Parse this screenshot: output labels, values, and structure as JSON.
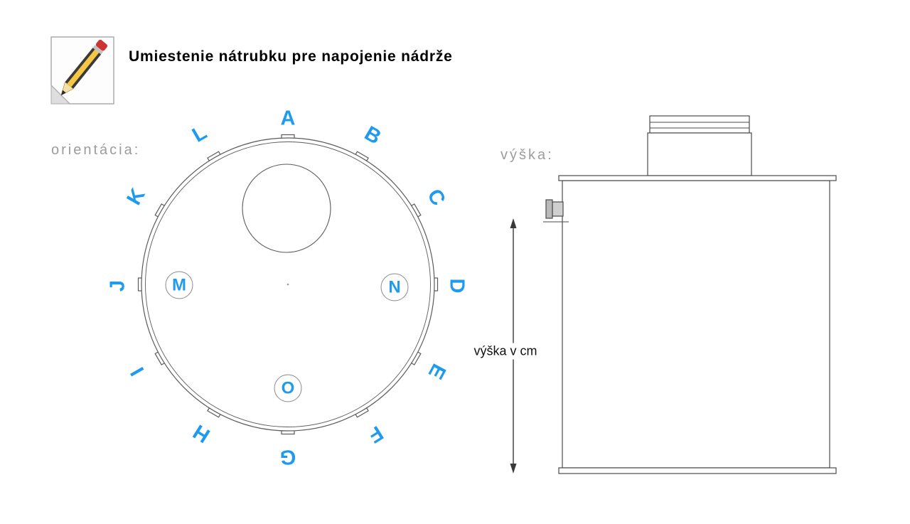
{
  "header": {
    "title": "Umiestenie nátrubku pre napojenie nádrže"
  },
  "orientation": {
    "label": "orientácia:",
    "letters": [
      {
        "label": "A"
      },
      {
        "label": "B"
      },
      {
        "label": "C"
      },
      {
        "label": "D"
      },
      {
        "label": "E"
      },
      {
        "label": "F"
      },
      {
        "label": "G"
      },
      {
        "label": "H"
      },
      {
        "label": "I"
      },
      {
        "label": "J"
      },
      {
        "label": "K"
      },
      {
        "label": "L"
      }
    ],
    "markers": [
      {
        "label": "M"
      },
      {
        "label": "N"
      },
      {
        "label": "O"
      }
    ]
  },
  "height": {
    "label": "výška:",
    "dimension_label": "výška v cm"
  },
  "colors": {
    "letter_blue": "#1e9bef",
    "label_gray": "#9c9c9c",
    "line_dark": "#4a4a4a",
    "pencil_yellow": "#f6c744",
    "eraser_red": "#cc3333"
  }
}
